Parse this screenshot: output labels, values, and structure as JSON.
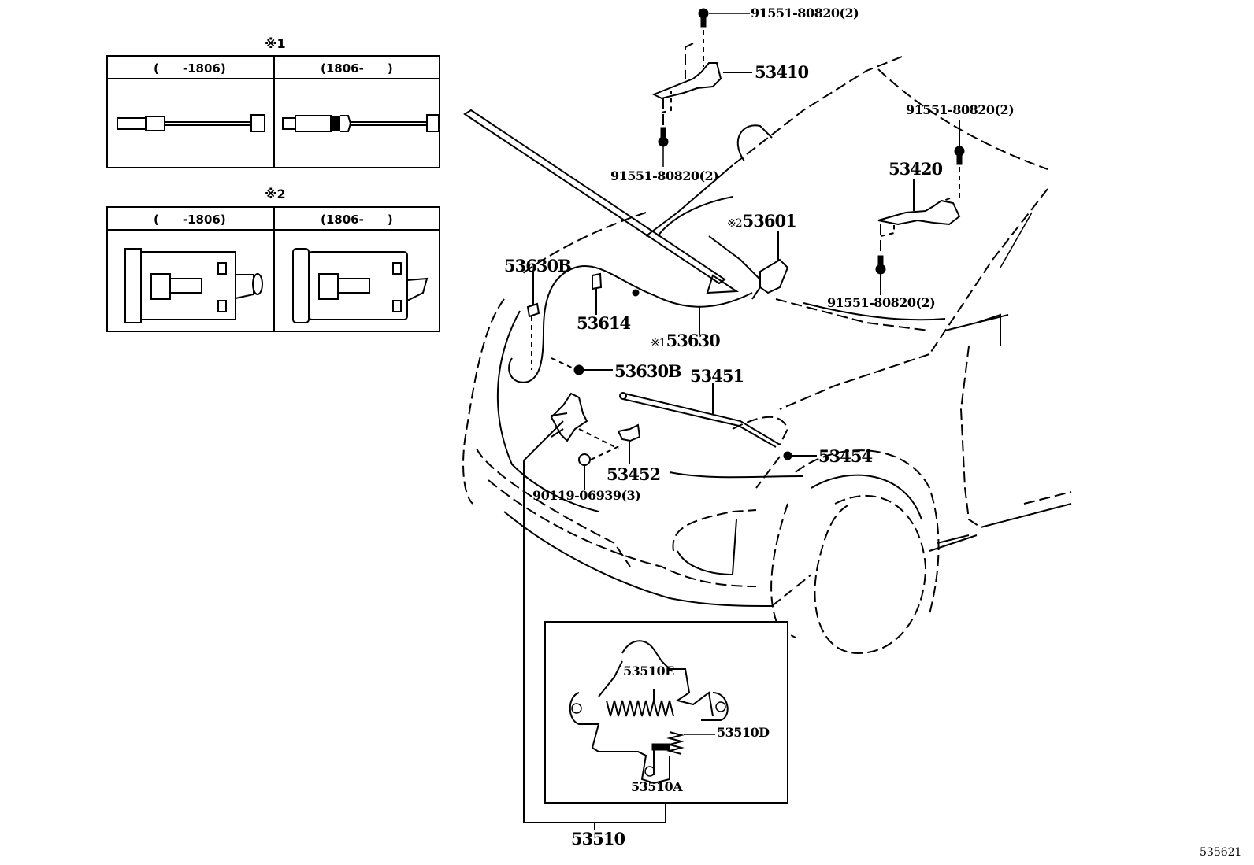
{
  "diagram": {
    "title": "Hood lock & hinge parts diagram",
    "figure_id": "535621",
    "notes": [
      {
        "mark": "※1",
        "columns": [
          {
            "label": "(　　-1806)"
          },
          {
            "label": "(1806-　　)"
          }
        ]
      },
      {
        "mark": "※2",
        "columns": [
          {
            "label": "(　　-1806)"
          },
          {
            "label": "(1806-　　)"
          }
        ]
      }
    ],
    "parts": [
      {
        "id": "91551-80820-top",
        "number": "91551-80820(2)"
      },
      {
        "id": "53410",
        "number": "53410"
      },
      {
        "id": "91551-80820-left",
        "number": "91551-80820(2)"
      },
      {
        "id": "91551-80820-right-top",
        "number": "91551-80820(2)"
      },
      {
        "id": "53420",
        "number": "53420"
      },
      {
        "id": "91551-80820-right-bottom",
        "number": "91551-80820(2)"
      },
      {
        "id": "53601",
        "number": "53601",
        "mark": "※2"
      },
      {
        "id": "53630B-upper",
        "number": "53630B"
      },
      {
        "id": "53614",
        "number": "53614"
      },
      {
        "id": "53630",
        "number": "53630",
        "mark": "※1"
      },
      {
        "id": "53630B-lower",
        "number": "53630B"
      },
      {
        "id": "53451",
        "number": "53451"
      },
      {
        "id": "53454",
        "number": "53454"
      },
      {
        "id": "53452",
        "number": "53452"
      },
      {
        "id": "90119-06939",
        "number": "90119-06939(3)"
      },
      {
        "id": "53510E",
        "number": "53510E"
      },
      {
        "id": "53510D",
        "number": "53510D"
      },
      {
        "id": "53510A",
        "number": "53510A"
      },
      {
        "id": "53510",
        "number": "53510"
      }
    ]
  }
}
